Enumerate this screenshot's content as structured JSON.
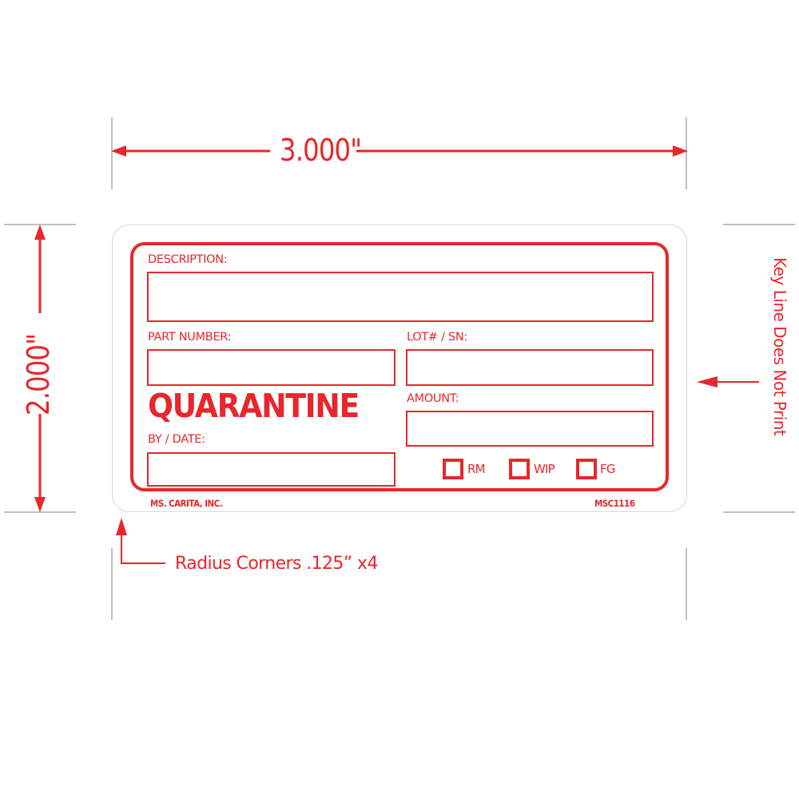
{
  "dimensions": {
    "width_label": "3.000\"",
    "height_label": "2.000\""
  },
  "annotations": {
    "radius_note": "Radius Corners .125” x4",
    "key_line_note": "Key Line Does Not Print"
  },
  "label": {
    "title": "QUARANTINE",
    "fields": {
      "description": "DESCRIPTION:",
      "part_number": "PART NUMBER:",
      "lot_sn": "LOT# / SN:",
      "amount": "AMOUNT:",
      "by_date": "BY / DATE:"
    },
    "checkboxes": [
      {
        "label": "RM",
        "checked": false
      },
      {
        "label": "WIP",
        "checked": false
      },
      {
        "label": "FG",
        "checked": false
      }
    ],
    "footer": {
      "company": "MS. CARITA, INC.",
      "part_code": "MSC1116"
    }
  },
  "colors": {
    "accent_red": "#e8262b",
    "key_line_gray": "#d4d4d4",
    "guide_gray": "#808080"
  }
}
